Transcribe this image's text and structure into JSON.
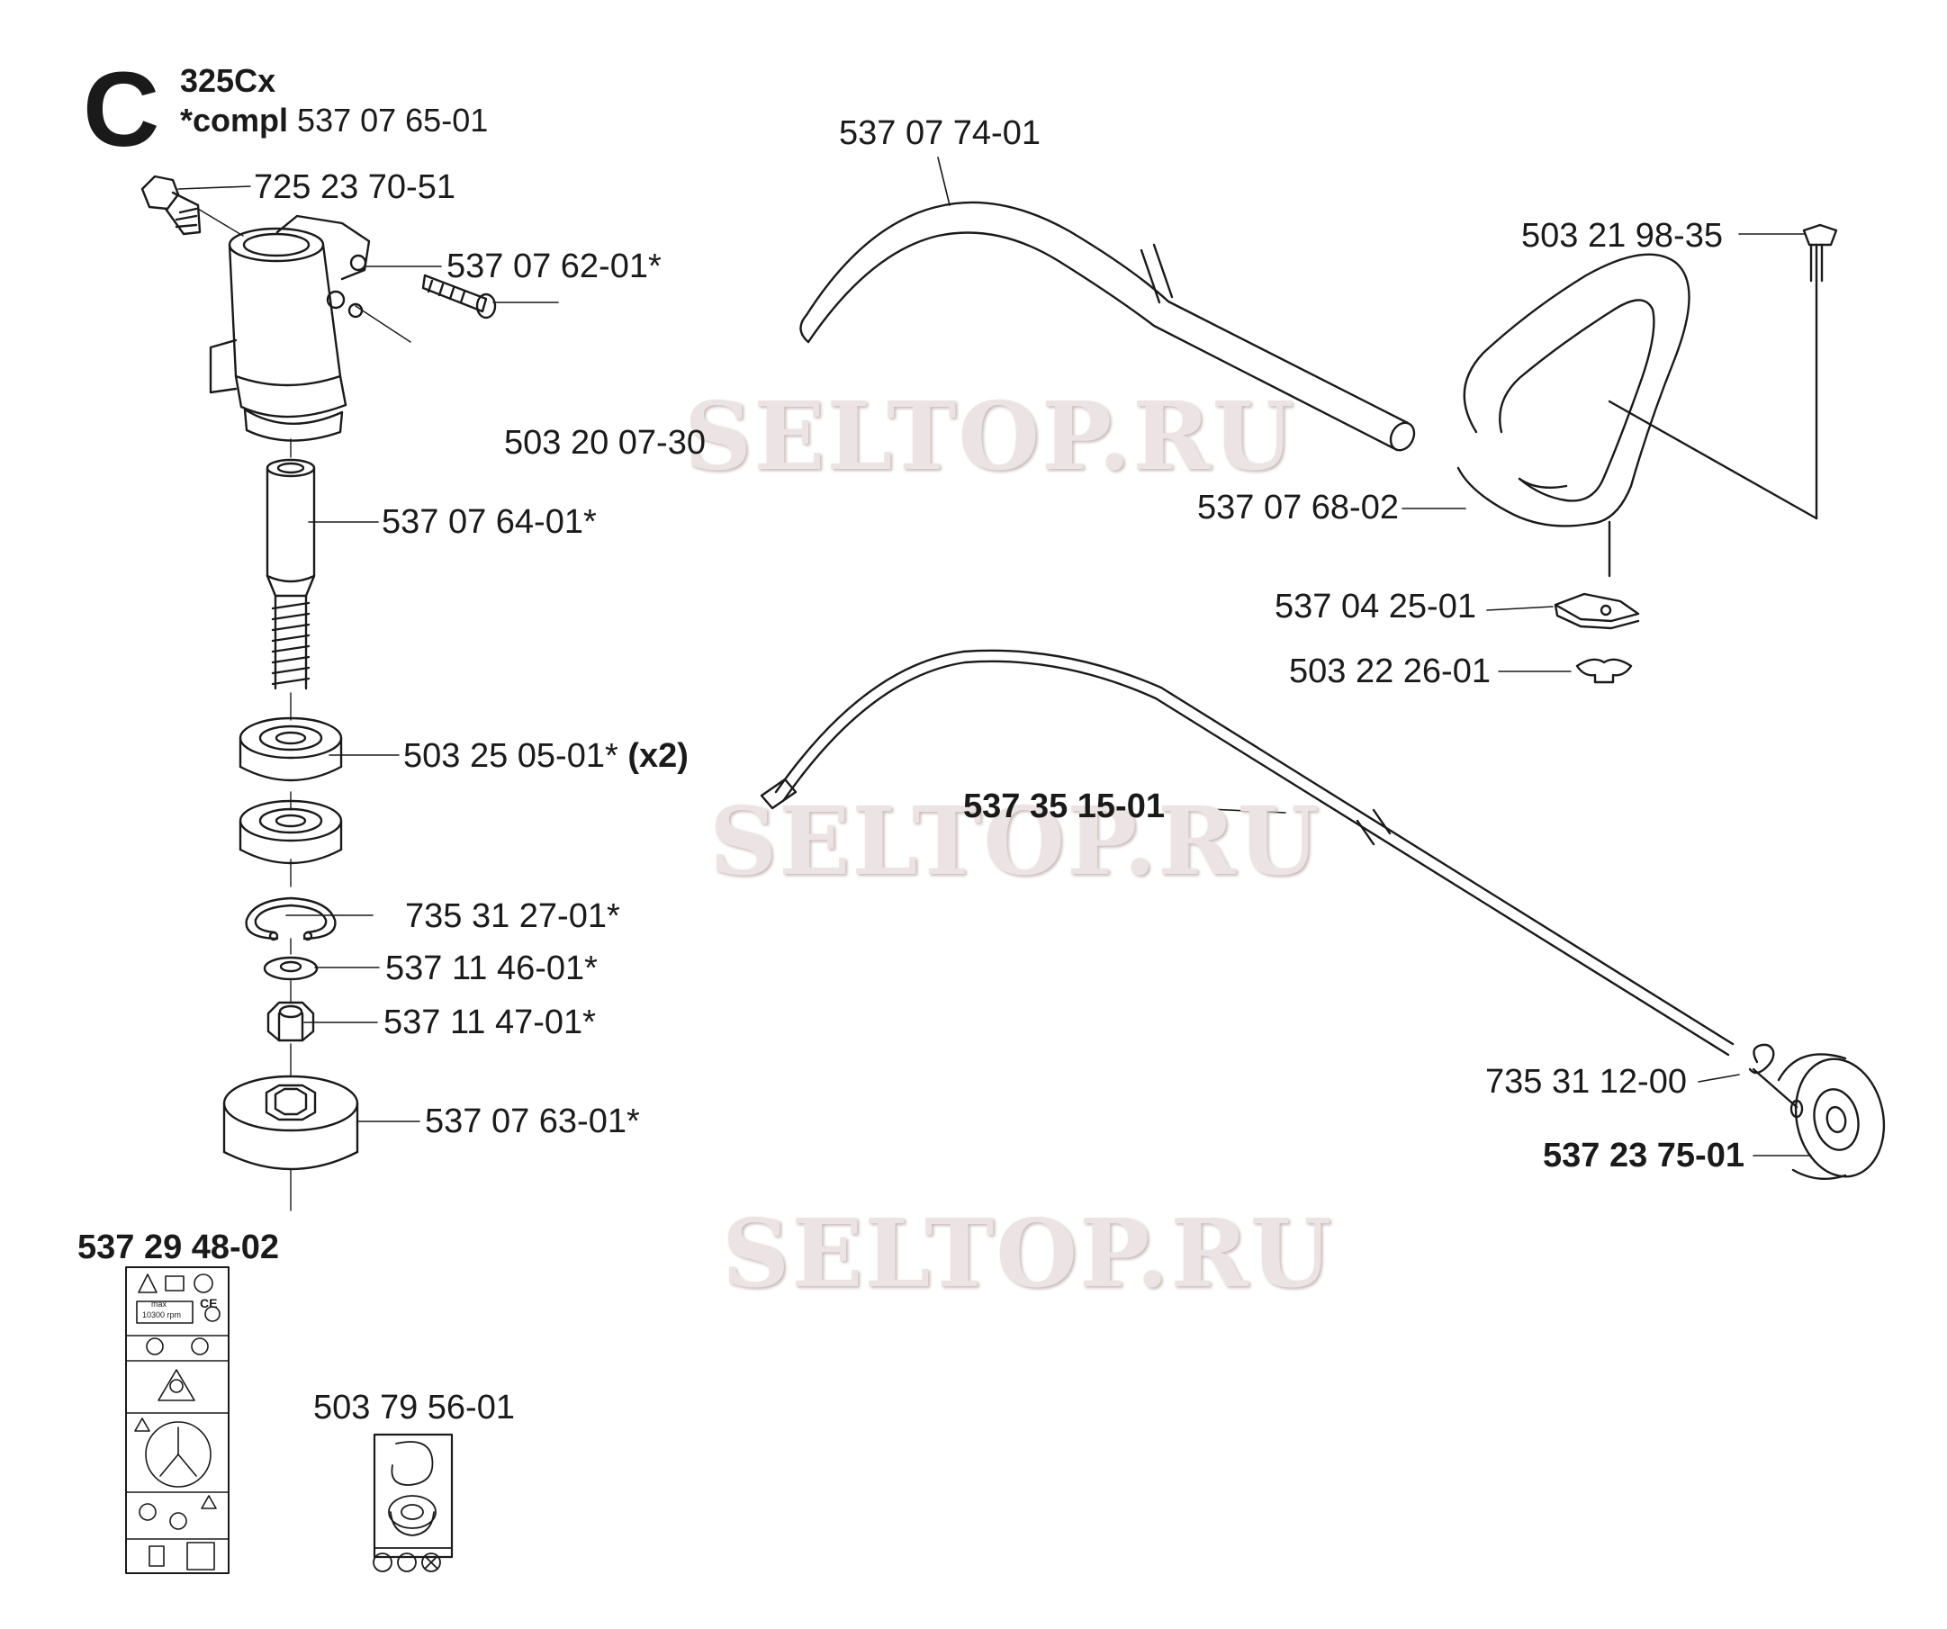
{
  "header": {
    "section_letter": "C",
    "model": "325Cx",
    "compl_label": "*compl",
    "compl_number": "537 07 65-01"
  },
  "watermark": "SELTOP.RU",
  "parts": {
    "screw_top": "725 23 70-51",
    "shaft_housing": "537 07 62-01*",
    "housing_screw": "503 20 07-30",
    "drive_spindle": "537 07 64-01*",
    "bearing": "503 25 05-01*",
    "bearing_qty": "(x2)",
    "circlip": "735 31 27-01*",
    "washer": "537 11 46-01*",
    "nut": "537 11 47-01*",
    "drive_disc": "537 07 63-01*",
    "decal_set": "537 29 48-02",
    "trimmer_decal": "503 79 56-01",
    "shaft_tube": "537 07 74-01",
    "handle_bolt": "503 21 98-35",
    "loop_handle": "537 07 68-02",
    "handle_clamp": "537 04 25-01",
    "wing_nut": "503 22 26-01",
    "drive_shaft": "537 35 15-01",
    "cable_circlip": "735 31 12-00",
    "clutch_drum": "537 23 75-01"
  },
  "decal_text": {
    "max_label": "max",
    "rpm_label": "10300 rpm",
    "ce_mark": "CE"
  }
}
